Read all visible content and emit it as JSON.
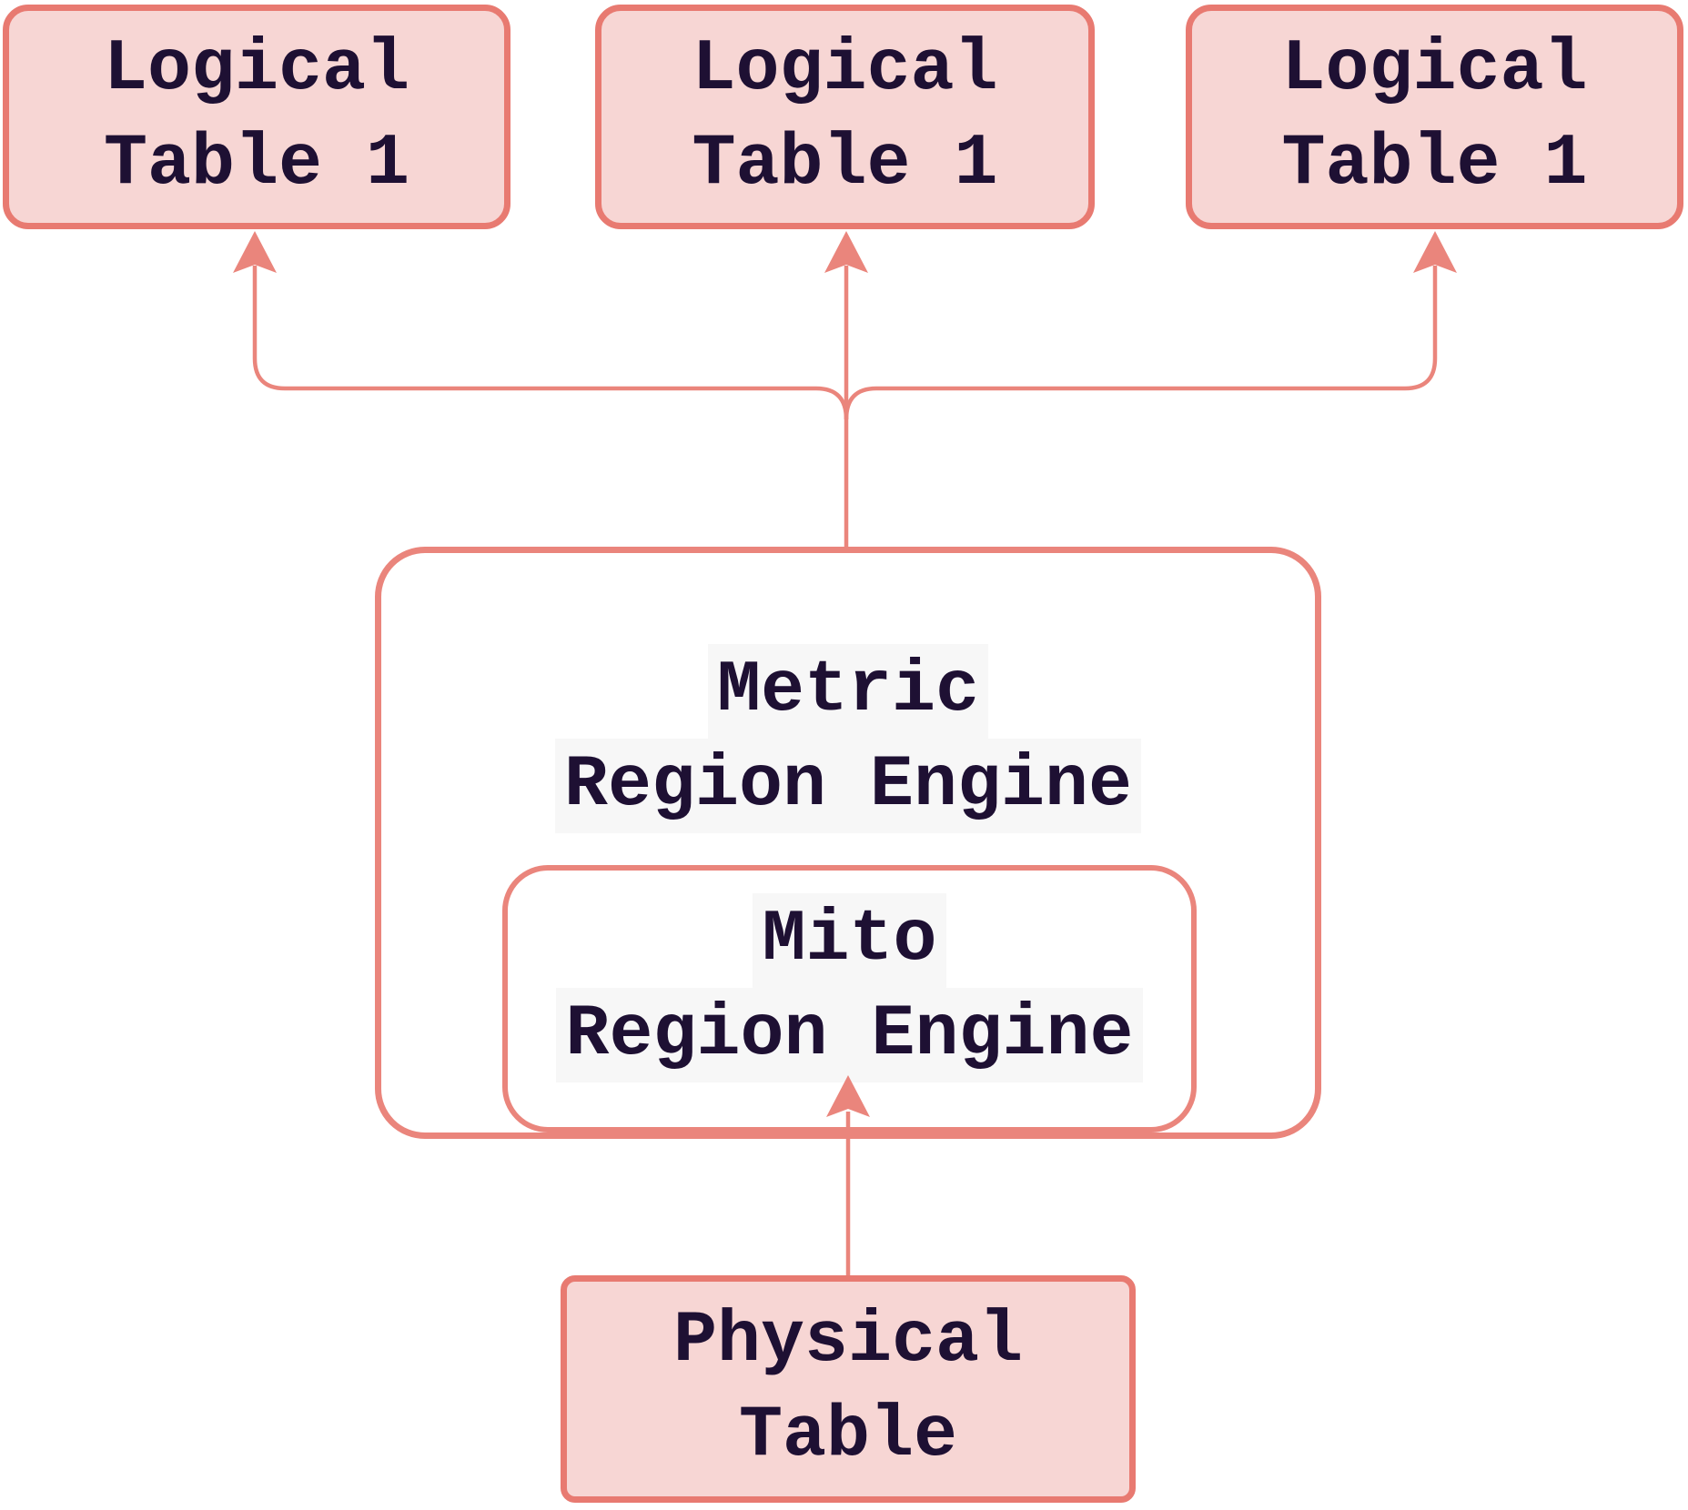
{
  "diagram": {
    "top_tables": [
      {
        "line1": "Logical",
        "line2": "Table 1"
      },
      {
        "line1": "Logical",
        "line2": "Table 1"
      },
      {
        "line1": "Logical",
        "line2": "Table 1"
      }
    ],
    "metric_engine": {
      "line1": "Metric",
      "line2": "Region Engine"
    },
    "mito_engine": {
      "line1": "Mito",
      "line2": "Region Engine"
    },
    "physical_table": {
      "line1": "Physical",
      "line2": "Table"
    }
  },
  "colors": {
    "node_fill": "#f7d6d4",
    "node_border": "#e87a71",
    "arrow": "#ea857c",
    "text": "#1e1033",
    "engine_fill": "#ffffff",
    "label_bg": "#f7f7f7"
  }
}
